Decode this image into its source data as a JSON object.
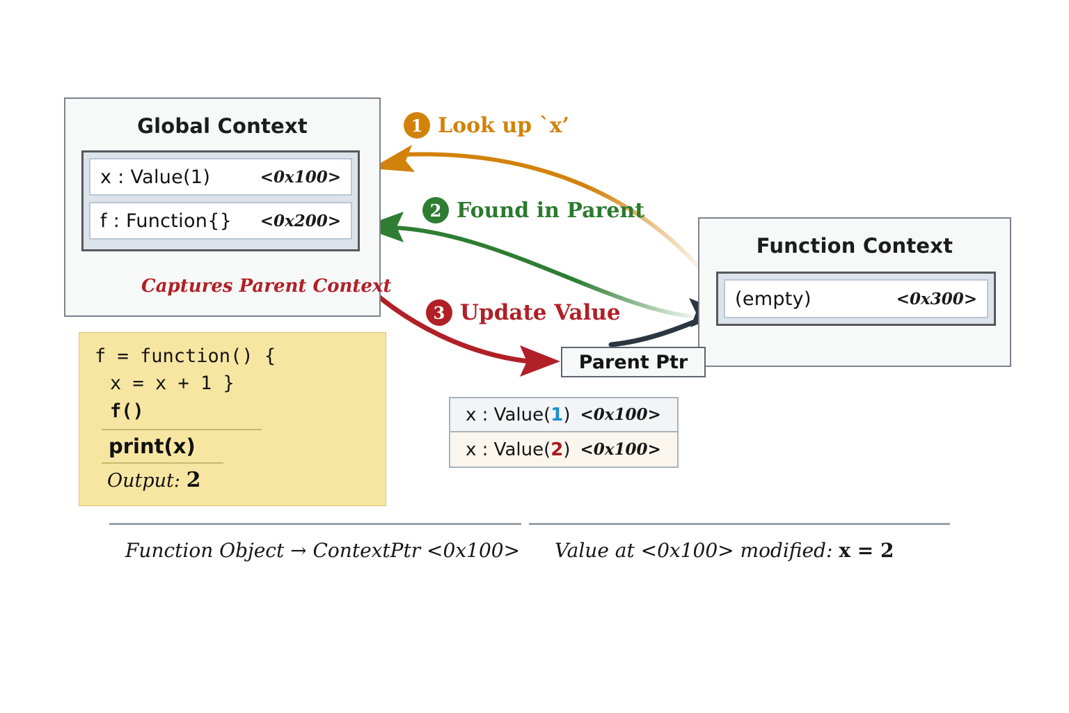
{
  "global_context": {
    "title": "Global Context",
    "slots": [
      {
        "key": "x : Value(1)",
        "address": "<0x100>"
      },
      {
        "key": "f : Function{}",
        "address": "<0x200>"
      }
    ],
    "capture_label": "Captures Parent Context"
  },
  "function_context": {
    "title": "Function Context",
    "slots": [
      {
        "key": "(empty)",
        "address": "<0x300>"
      }
    ]
  },
  "code_note": {
    "line1": "f = function() {",
    "line2": "x = x + 1 }",
    "line3": "f()",
    "print": "print(x)",
    "output_label": "Output:",
    "output_value": "2"
  },
  "parent_ptr": {
    "label": "Parent Ptr"
  },
  "value_table": {
    "rows": [
      {
        "prefix": "x : Value(",
        "number": "1",
        "suffix": ")",
        "address": "<0x100>",
        "number_color": "#1a8fd0"
      },
      {
        "prefix": "x : Value(",
        "number": "2",
        "suffix": ")",
        "address": "<0x100>",
        "number_color": "#a51c20"
      }
    ]
  },
  "steps": [
    {
      "number": "1",
      "label": "Look up `x’",
      "color": "#d2820a"
    },
    {
      "number": "2",
      "label": "Found in Parent",
      "color": "#2e7d32"
    },
    {
      "number": "3",
      "label": "Update Value",
      "color": "#b02026"
    }
  ],
  "footnotes": {
    "left": "Function Object → ContextPtr  <0x100>",
    "right_prefix": "Value at <0x100> modified: ",
    "right_value": "x = 2"
  },
  "colors": {
    "orange": "#d2820a",
    "green": "#2e7d32",
    "red": "#b02026",
    "navy": "#2b3642",
    "note_bg": "#f7e6a2",
    "panel_bg": "#dde3ea"
  }
}
